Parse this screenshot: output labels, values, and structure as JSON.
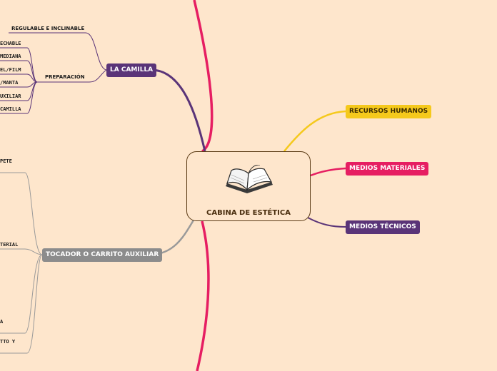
{
  "central": {
    "title": "CABINA DE ESTÉTICA",
    "icon": "open-book-icon"
  },
  "branches_right": [
    {
      "label": "RECURSOS HUMANOS",
      "color": "#f5c91c"
    },
    {
      "label": "MEDIOS MATERIALES",
      "color": "#e61e62"
    },
    {
      "label": "MEDIOS TÉCNICOS",
      "color": "#5a3478"
    }
  ],
  "camilla": {
    "label": "LA CAMILLA",
    "color": "#5a3478",
    "reg": "REGULABLE E INCLINABLE",
    "prep": "PREPARACIÓN",
    "prep_items": [
      "ECHABLE",
      "MEDIANA",
      "EL/FILM",
      "/MANTA",
      "UXILIAR",
      "CAMILLA"
    ]
  },
  "tocador": {
    "label": "TOCADOR O CARRITO AUXILIAR",
    "color": "#8c8c8c",
    "items": [
      "PETE",
      "TERIAL",
      "A",
      "TTO Y"
    ]
  },
  "top_link_color": "#e61e62"
}
